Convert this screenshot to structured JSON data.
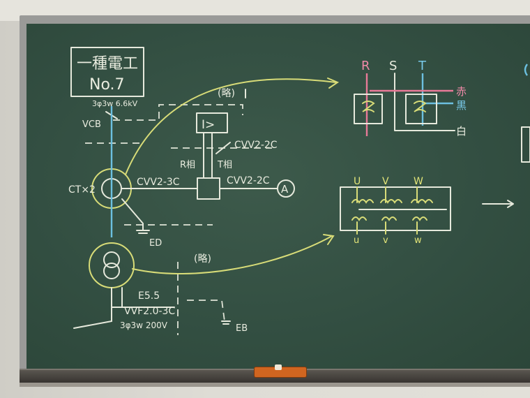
{
  "title_box": {
    "line1": "一種電工",
    "line2": "No.7"
  },
  "left_diagram": {
    "supply": "3φ3w 6.6kV",
    "vcb": "VCB",
    "ryaku_top": "(略)",
    "relay": "I>",
    "cable_cvv_top": "CVV2-2C",
    "r_phase": "R相",
    "t_phase": "T相",
    "ct": "CT×2",
    "cable_cvv_3c": "CVV2-3C",
    "cable_cvv_ammeter": "CVV2-2C",
    "ammeter": "A",
    "earth_d": "ED",
    "ryaku_mid": "(略)",
    "e55": "E5.5",
    "vvf": "VVF2.0-3C",
    "secondary": "3φ3w 200V",
    "earth_b": "EB"
  },
  "right_top_diagram": {
    "r": "R",
    "s": "S",
    "t": "T",
    "red": "赤",
    "black": "黒",
    "white": "白"
  },
  "right_bottom_diagram": {
    "upper": [
      "U",
      "V",
      "W"
    ],
    "lower": [
      "u",
      "v",
      "w"
    ],
    "arrow": "→"
  },
  "colors": {
    "board": "#344f42",
    "chalk": "#e6e9dc",
    "yellow": "#d8dc78",
    "blue": "#6cc0e0",
    "red": "#e87a98",
    "eraser": "#d06520"
  }
}
